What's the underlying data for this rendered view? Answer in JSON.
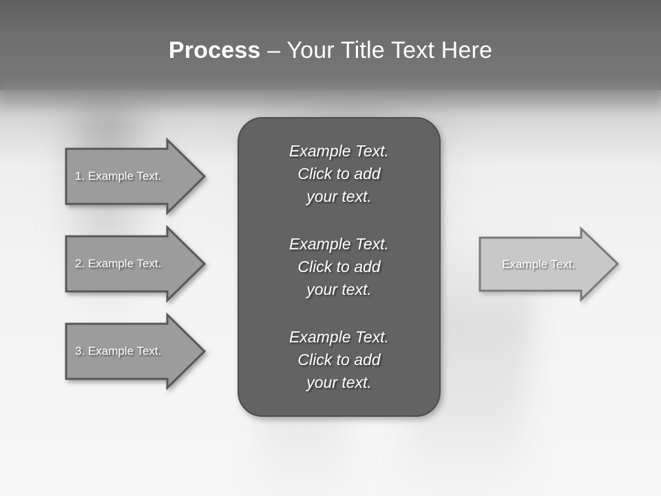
{
  "slide": {
    "title_bold": "Process",
    "title_rest": " – Your Title Text Here",
    "colors": {
      "header_band": "#6e6e6e",
      "panel_fill": "#636363",
      "panel_border": "#4c4c4c",
      "left_arrow_fill": "#9c9c9c",
      "left_arrow_border": "#595959",
      "right_arrow_fill": "#c8c8c8",
      "right_arrow_border": "#7a7a7a",
      "text_light": "#ffffff",
      "background": "#f4f4f5"
    }
  },
  "left_arrows": [
    {
      "label": "1. Example Text."
    },
    {
      "label": "2. Example Text."
    },
    {
      "label": "3. Example Text."
    }
  ],
  "center_panel": {
    "blocks": [
      "Example Text.\nClick  to add\nyour text.",
      "Example Text.\nClick  to add\nyour text.",
      "Example Text.\nClick  to add\nyour text."
    ]
  },
  "right_arrow": {
    "label": "Example Text."
  }
}
